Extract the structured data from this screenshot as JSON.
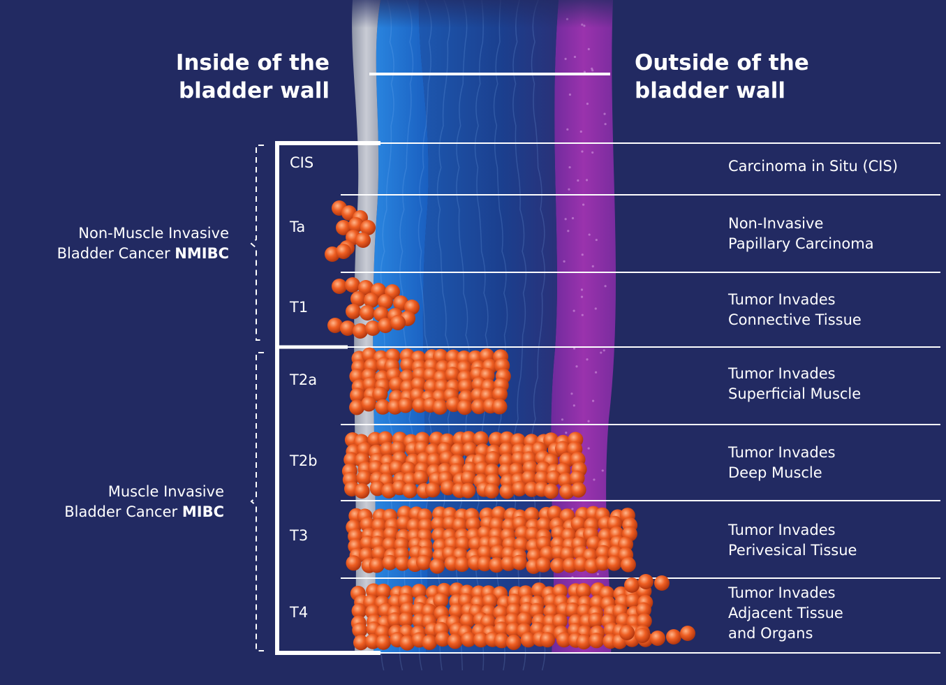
{
  "headings": {
    "inside": [
      "Inside of the",
      "bladder wall"
    ],
    "outside": [
      "Outside of the",
      "bladder wall"
    ]
  },
  "groups": {
    "nmibc": {
      "line1": "Non-Muscle Invasive",
      "line2": "Bladder Cancer",
      "abbr": "NMIBC"
    },
    "mibc": {
      "line1": "Muscle Invasive",
      "line2": "Bladder Cancer",
      "abbr": "MIBC"
    }
  },
  "stages": [
    {
      "code": "CIS",
      "description": [
        "Carcinoma in Situ (CIS)"
      ]
    },
    {
      "code": "Ta",
      "description": [
        "Non-Invasive",
        "Papillary Carcinoma"
      ]
    },
    {
      "code": "T1",
      "description": [
        "Tumor Invades",
        "Connective Tissue"
      ]
    },
    {
      "code": "T2a",
      "description": [
        "Tumor Invades",
        "Superficial Muscle"
      ]
    },
    {
      "code": "T2b",
      "description": [
        "Tumor Invades",
        "Deep Muscle"
      ]
    },
    {
      "code": "T3",
      "description": [
        "Tumor Invades",
        "Perivesical Tissue"
      ]
    },
    {
      "code": "T4",
      "description": [
        "Tumor Invades",
        "Adjacent Tissue",
        "and Organs"
      ]
    }
  ],
  "colors": {
    "background": "#222a62",
    "urothelium": "#b7bcc7",
    "lamina": "#1f6fd0",
    "muscle": "#1a4e9e",
    "serosa": "#8a2a9a",
    "tumor": "#e4541e",
    "lines": "#ffffff"
  }
}
